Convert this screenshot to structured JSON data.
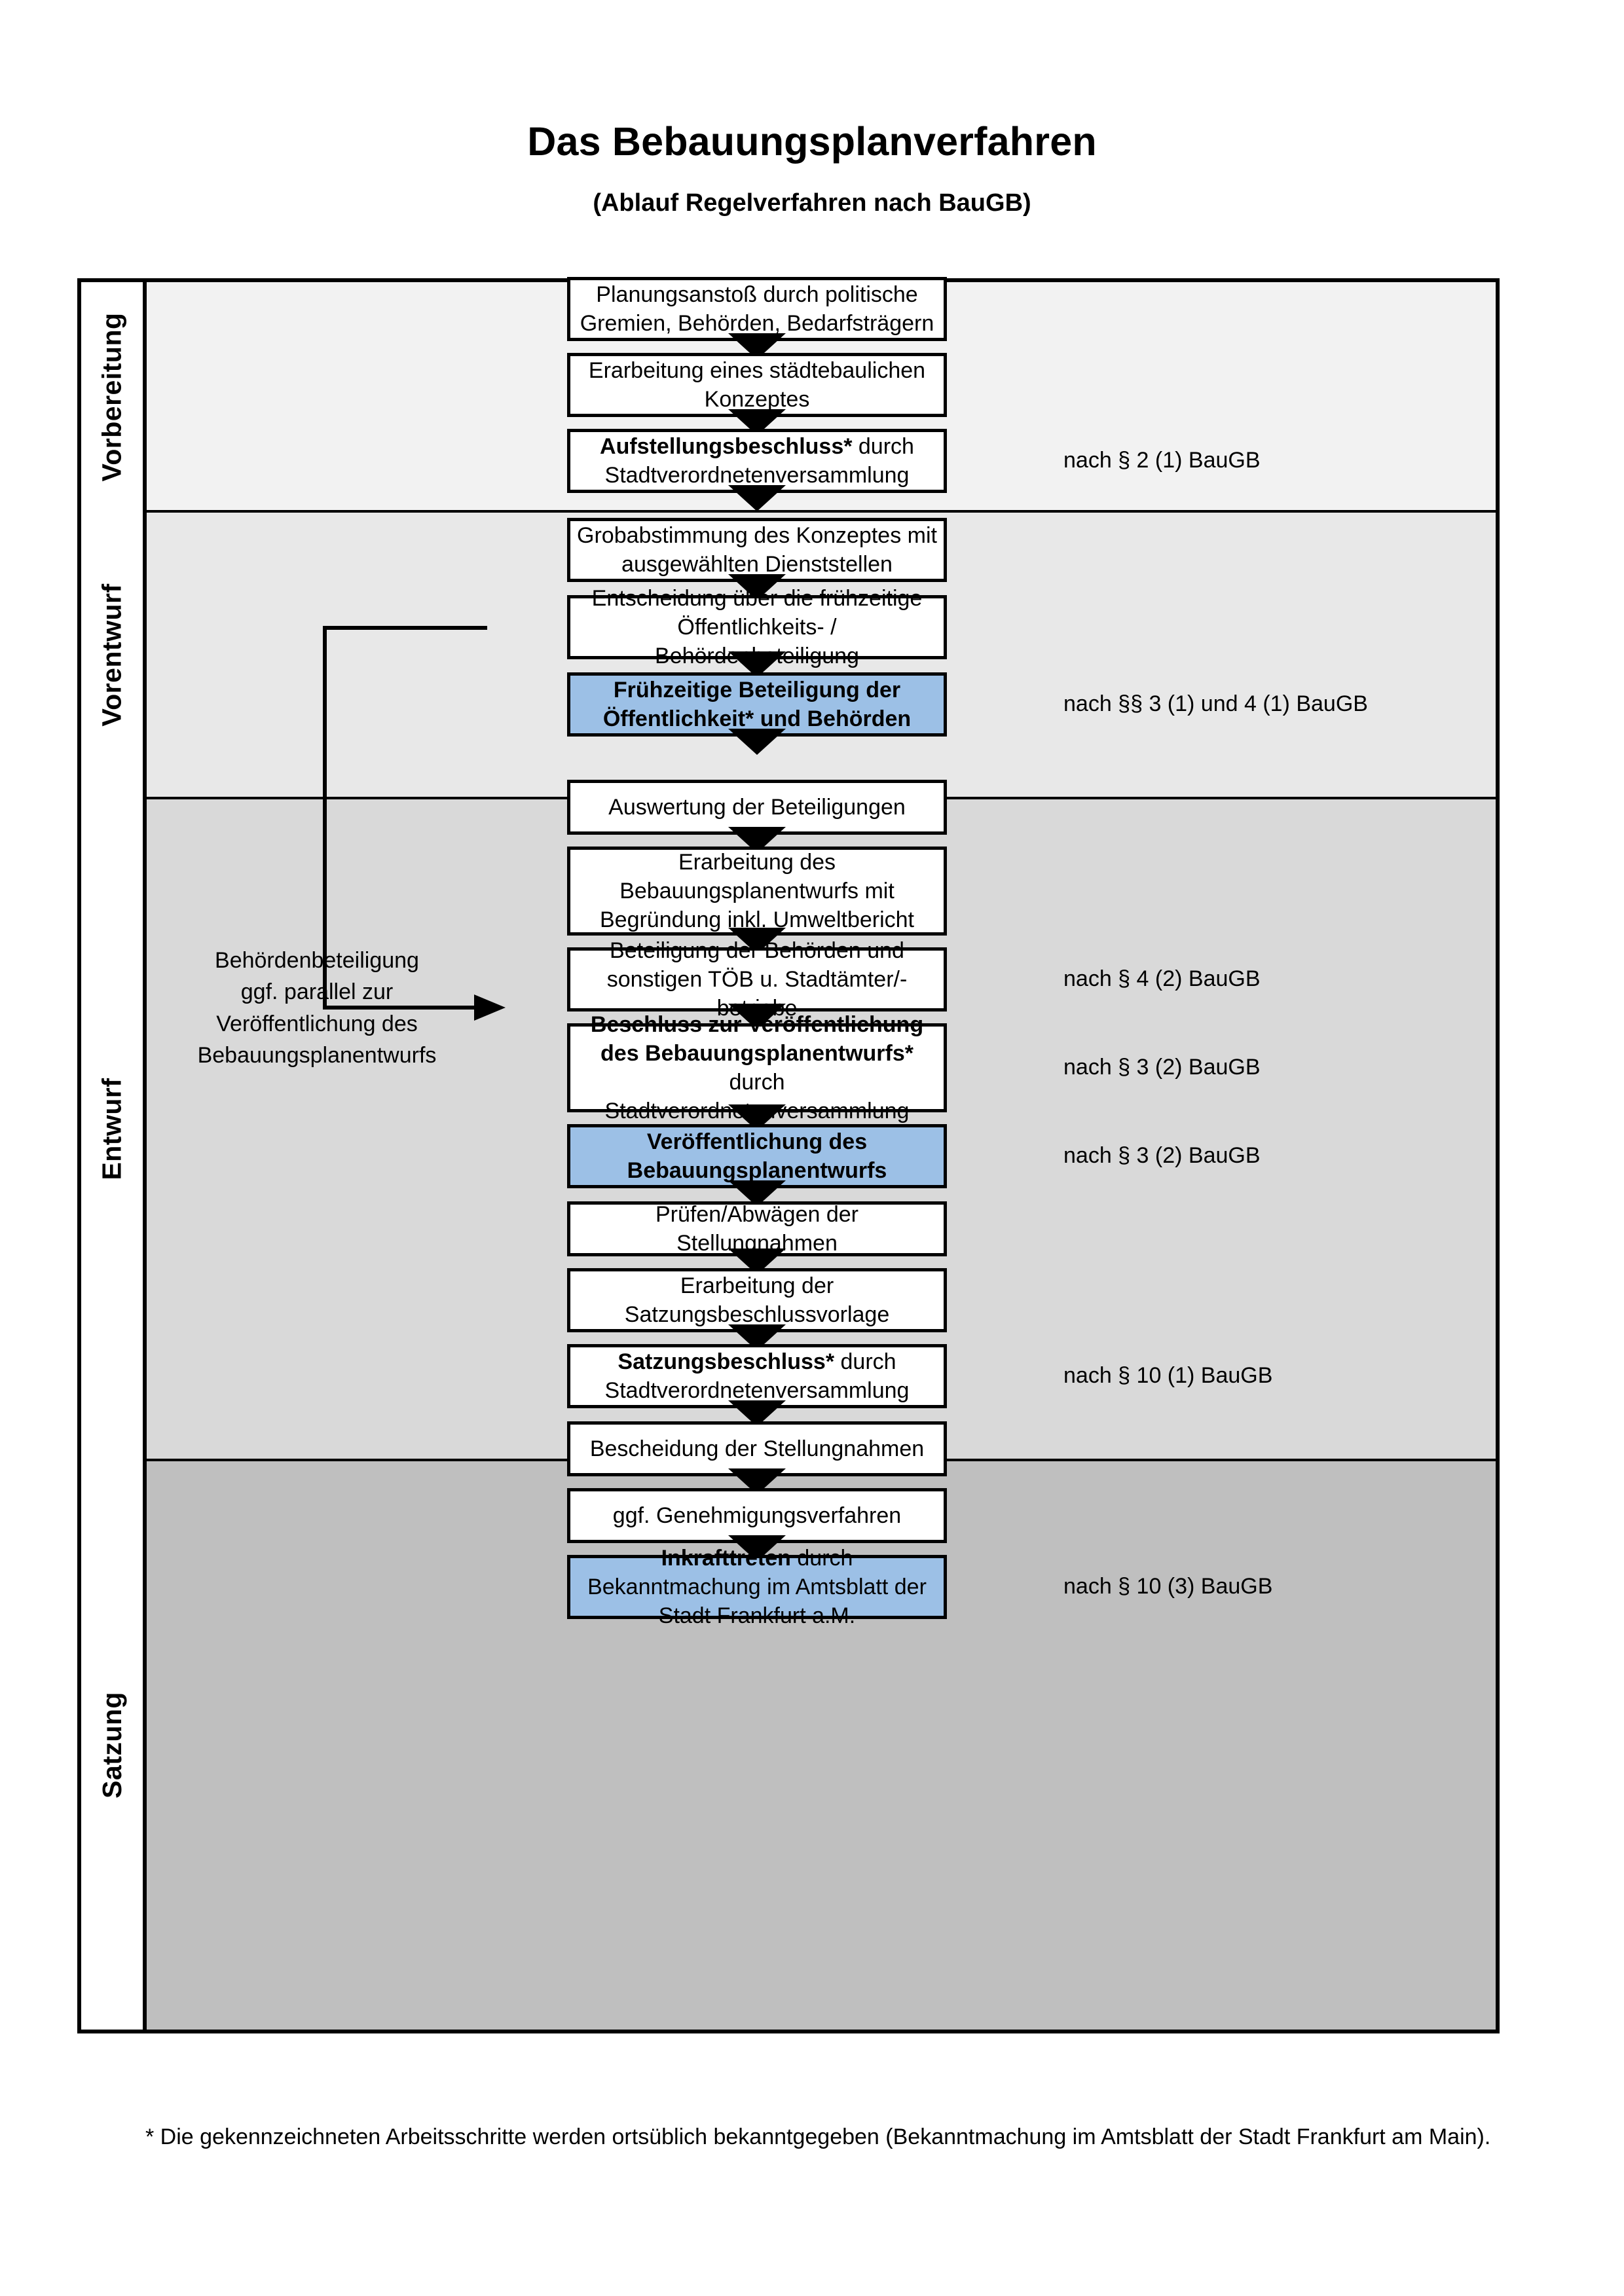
{
  "header": {
    "title": "Das Bebauungsplanverfahren",
    "subtitle": "(Ablauf Regelverfahren nach BauGB)"
  },
  "colors": {
    "highlight_blue": "#9CC0E6",
    "band_vorbereitung": "#F2F2F2",
    "band_vorentwurf": "#E8E8E8",
    "band_entwurf": "#D9D9D9",
    "band_satzung": "#BFBFBF",
    "line": "#000000"
  },
  "phases": [
    {
      "label": "Vorbereitung"
    },
    {
      "label": "Vorentwurf"
    },
    {
      "label": "Entwurf"
    },
    {
      "label": "Satzung"
    }
  ],
  "steps": [
    {
      "id": "planungsanstoss",
      "phase": "Vorbereitung",
      "lines": [
        "Planungsanstoß durch politische",
        "Gremien, Behörden, Bedarfsträgern"
      ],
      "bold_prefix": "",
      "highlighted": false
    },
    {
      "id": "konzept",
      "phase": "Vorbereitung",
      "lines": [
        "Erarbeitung eines städtebaulichen",
        "Konzeptes"
      ],
      "bold_prefix": "",
      "highlighted": false
    },
    {
      "id": "aufstellungsbeschluss",
      "phase": "Vorbereitung",
      "lines": [
        "Aufstellungsbeschluss* durch",
        "Stadtverordnetenversammlung"
      ],
      "bold_prefix": "Aufstellungsbeschluss*",
      "highlighted": false
    },
    {
      "id": "grobabstimmung",
      "phase": "Vorentwurf",
      "lines": [
        "Grobabstimmung des Konzeptes mit",
        "ausgewählten Dienststellen"
      ],
      "bold_prefix": "",
      "highlighted": false
    },
    {
      "id": "entscheidung-fruehzeitig",
      "phase": "Vorentwurf",
      "lines": [
        "Entscheidung über die frühzeitige",
        "Öffentlichkeits- / Behördenbeteiligung"
      ],
      "bold_prefix": "",
      "highlighted": false
    },
    {
      "id": "fruehzeitige-beteiligung",
      "phase": "Vorentwurf",
      "lines": [
        "Frühzeitige Beteiligung der",
        "Öffentlichkeit* und Behörden"
      ],
      "bold_prefix": "ALL",
      "highlighted": true
    },
    {
      "id": "auswertung",
      "phase": "Entwurf",
      "lines": [
        "Auswertung der Beteiligungen"
      ],
      "bold_prefix": "",
      "highlighted": false
    },
    {
      "id": "erarbeitung-entwurf",
      "phase": "Entwurf",
      "lines": [
        "Erarbeitung des",
        "Bebauungsplanentwurfs mit",
        "Begründung inkl. Umweltbericht"
      ],
      "bold_prefix": "",
      "highlighted": false
    },
    {
      "id": "beteiligung-behoerden",
      "phase": "Entwurf",
      "lines": [
        "Beteiligung der Behörden und",
        "sonstigen TÖB u. Stadtämter/-betriebe"
      ],
      "bold_prefix": "",
      "highlighted": false
    },
    {
      "id": "beschluss-veroeffentlichung",
      "phase": "Entwurf",
      "lines": [
        "Beschluss zur Veröffentlichung des",
        "Bebauungsplanentwurfs* durch",
        "Stadtverordnetenversammlung"
      ],
      "bold_prefix": "Beschluss zur Veröffentlichung des Bebauungsplanentwurfs*",
      "highlighted": false
    },
    {
      "id": "veroeffentlichung",
      "phase": "Entwurf",
      "lines": [
        "Veröffentlichung des",
        "Bebauungsplanentwurfs"
      ],
      "bold_prefix": "ALL",
      "highlighted": true
    },
    {
      "id": "pruefen-abwaegen",
      "phase": "Satzung",
      "lines": [
        "Prüfen/Abwägen der Stellungnahmen"
      ],
      "bold_prefix": "",
      "highlighted": false
    },
    {
      "id": "satzungsbeschlussvorlage",
      "phase": "Satzung",
      "lines": [
        "Erarbeitung der",
        "Satzungsbeschlussvorlage"
      ],
      "bold_prefix": "",
      "highlighted": false
    },
    {
      "id": "satzungsbeschluss",
      "phase": "Satzung",
      "lines": [
        "Satzungsbeschluss* durch",
        "Stadtverordnetenversammlung"
      ],
      "bold_prefix": "Satzungsbeschluss*",
      "highlighted": false
    },
    {
      "id": "bescheidung",
      "phase": "Satzung",
      "lines": [
        "Bescheidung der Stellungnahmen"
      ],
      "bold_prefix": "",
      "highlighted": false
    },
    {
      "id": "genehmigungsverfahren",
      "phase": "Satzung",
      "lines": [
        "ggf. Genehmigungsverfahren"
      ],
      "bold_prefix": "",
      "highlighted": false
    },
    {
      "id": "inkrafttreten",
      "phase": "Satzung",
      "lines": [
        "Inkrafttreten durch Bekanntmachung",
        "im Amtsblatt der Stadt Frankfurt a.M."
      ],
      "bold_prefix": "Inkrafttreten",
      "highlighted": true
    }
  ],
  "legal_references": [
    {
      "for_step": "aufstellungsbeschluss",
      "text": "nach § 2 (1) BauGB"
    },
    {
      "for_step": "fruehzeitige-beteiligung",
      "text": "nach §§ 3 (1) und 4 (1) BauGB"
    },
    {
      "for_step": "beteiligung-behoerden",
      "text": "nach § 4 (2) BauGB"
    },
    {
      "for_step": "beschluss-veroeffentlichung",
      "text": "nach § 3 (2) BauGB"
    },
    {
      "for_step": "veroeffentlichung",
      "text": "nach § 3 (2) BauGB"
    },
    {
      "for_step": "satzungsbeschluss",
      "text": "nach § 10 (1) BauGB"
    },
    {
      "for_step": "inkrafttreten",
      "text": "nach § 10 (3) BauGB"
    }
  ],
  "side_note": {
    "text": "Behördenbeteiligung\nggf. parallel zur\nVeröffentlichung des\nBebauungsplanentwurfs"
  },
  "footnote": {
    "text": "* Die gekennzeichneten Arbeitsschritte werden ortsüblich bekanntgegeben (Bekanntmachung im Amtsblatt  der Stadt Frankfurt am Main)."
  }
}
